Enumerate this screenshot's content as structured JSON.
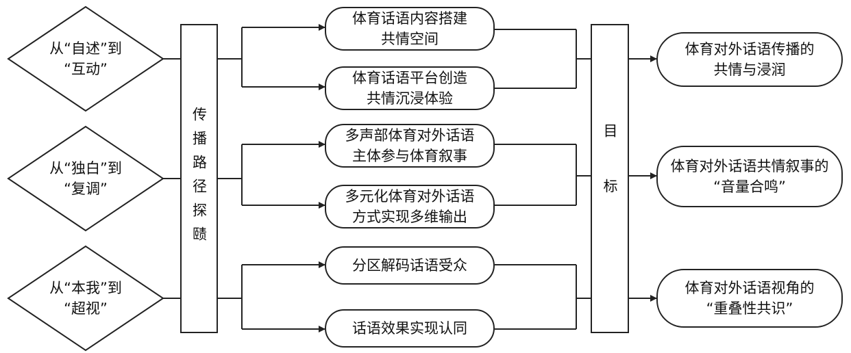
{
  "sources": [
    {
      "line1": "从“自述”到",
      "line2": "“互动”"
    },
    {
      "line1": "从“独白”到",
      "line2": "“复调”"
    },
    {
      "line1": "从“本我”到",
      "line2": "“超视”"
    }
  ],
  "path_label": "传播路径探赜",
  "paths": [
    {
      "line1": "体育话语内容搭建",
      "line2": "共情空间"
    },
    {
      "line1": "体育话语平台创造",
      "line2": "共情沉浸体验"
    },
    {
      "line1": "多声部体育对外话语",
      "line2": "主体参与体育叙事"
    },
    {
      "line1": "多元化体育对外话语",
      "line2": "方式实现多维输出"
    },
    {
      "line1": "分区解码话语受众",
      "line2": ""
    },
    {
      "line1": "话语效果实现认同",
      "line2": ""
    }
  ],
  "goal_label": "目标",
  "outcomes": [
    {
      "line1": "体育对外话语传播的",
      "line2": "共情与浸润"
    },
    {
      "line1": "体育对外话语共情叙事的",
      "line2": "“音量合鸣”"
    },
    {
      "line1": "体育对外话语视角的",
      "line2": "“重叠性共识”"
    }
  ]
}
